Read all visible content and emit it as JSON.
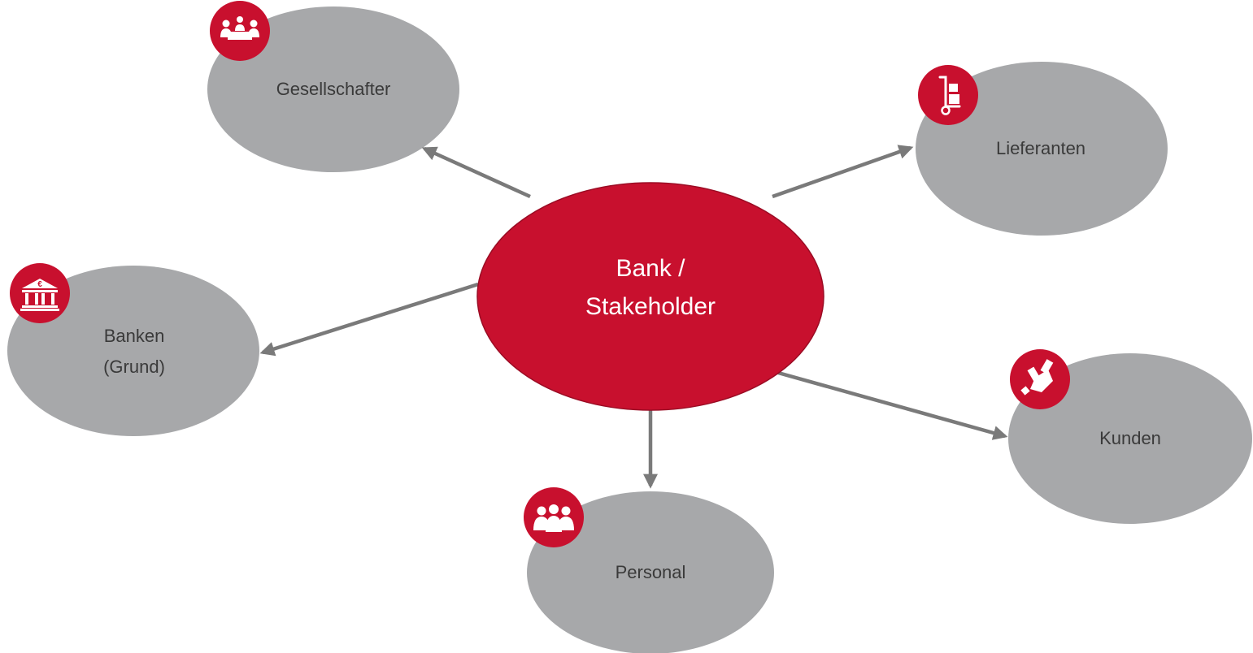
{
  "diagram": {
    "center": {
      "line1": "Bank /",
      "line2": "Stakeholder"
    },
    "nodes": {
      "gesellschafter": {
        "label": "Gesellschafter",
        "icon": "meeting-icon"
      },
      "lieferanten": {
        "label": "Lieferanten",
        "icon": "hand-truck-icon"
      },
      "banken": {
        "line1": "Banken",
        "line2": "(Grund)",
        "icon": "bank-icon"
      },
      "kunden": {
        "label": "Kunden",
        "icon": "handshake-icon"
      },
      "personal": {
        "label": "Personal",
        "icon": "team-icon"
      }
    },
    "colors": {
      "accent": "#c8102e",
      "node_fill": "#a7a8aa",
      "arrow": "#7a7a7a",
      "text": "#3a3a3a"
    }
  }
}
